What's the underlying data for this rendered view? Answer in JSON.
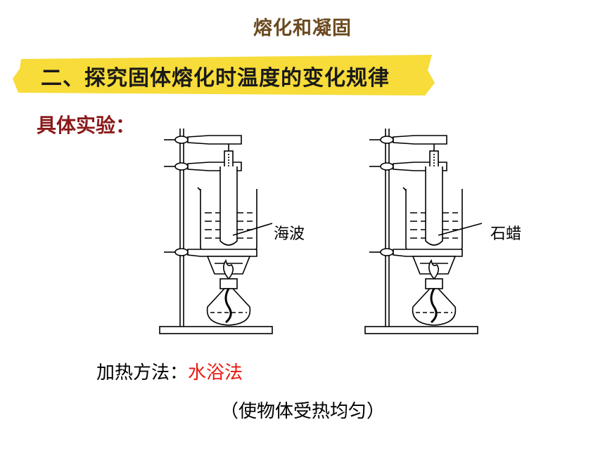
{
  "slide": {
    "title": "熔化和凝固",
    "section_heading": "二、探究固体熔化时温度的变化规律",
    "experiment_label": "具体实验：",
    "left_sample": "海波",
    "right_sample": "石蜡",
    "heating_label": "加热方法：",
    "heating_value": "水浴法",
    "note": "（使物体受热均匀）",
    "colors": {
      "title": "#6b4a1f",
      "banner": "#f7dc3a",
      "experiment_label": "#8b1a1a",
      "heating_value": "#e8190f"
    }
  }
}
